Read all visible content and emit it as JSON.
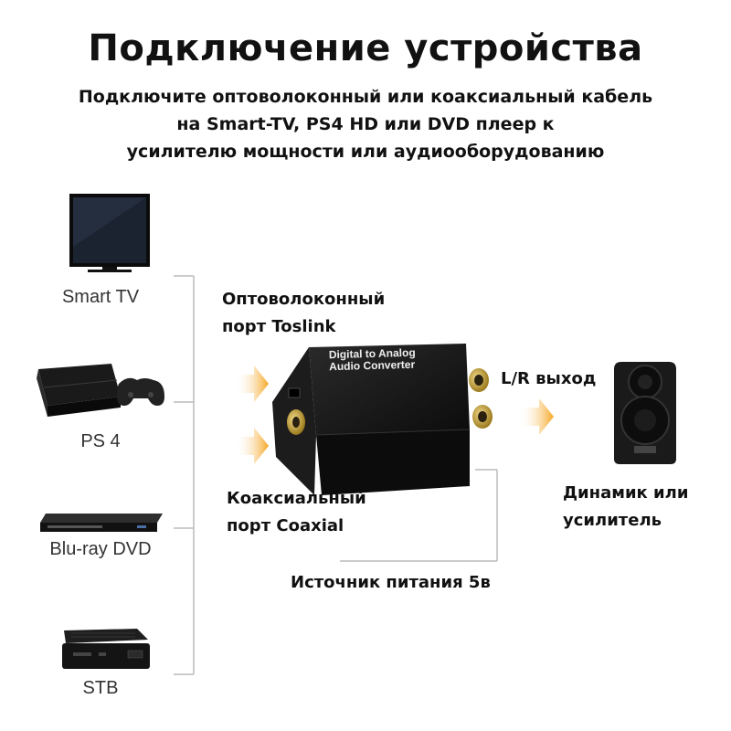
{
  "header": {
    "title": "Подключение устройства",
    "subtitle_lines": [
      "Подключите оптоволоконный или коаксиальный кабель",
      "на Smart-TV, PS4 HD или DVD плеер к",
      "усилителю мощности или аудиооборудованию"
    ]
  },
  "sources": [
    {
      "label": "Smart TV",
      "icon": "tv-icon"
    },
    {
      "label": "PS 4",
      "icon": "game-console-icon"
    },
    {
      "label": "Blu-ray DVD",
      "icon": "bluray-player-icon"
    },
    {
      "label": "STB",
      "icon": "set-top-box-icon"
    }
  ],
  "ports": {
    "optical": [
      "Оптоволоконный",
      "порт Toslink"
    ],
    "coaxial": [
      "Коаксиальный",
      "порт Coaxial"
    ],
    "lr_output": "L/R выход",
    "power": "Источник питания 5в"
  },
  "converter": {
    "line1": "Digital  to Analog",
    "line2": "Audio Converter"
  },
  "output": {
    "lines": [
      "Динамик или",
      "усилитель"
    ],
    "icon": "speaker-icon"
  },
  "colors": {
    "arrow": "#f5a623",
    "connector_gold": "#c9a43a",
    "bracket": "#bbbbbb"
  }
}
